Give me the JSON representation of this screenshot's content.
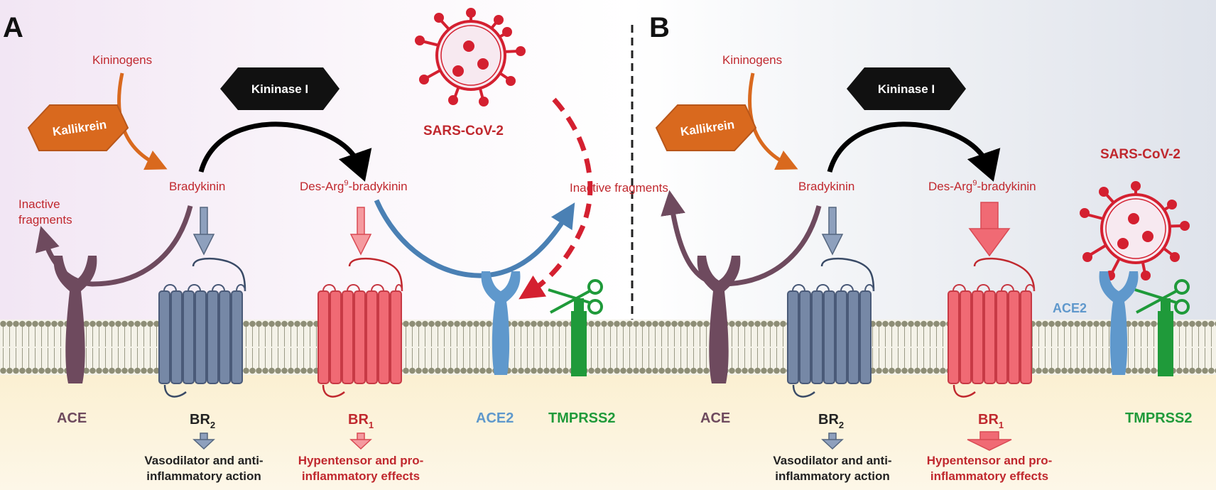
{
  "panels": [
    {
      "letter": "A",
      "kininogens": "Kininogens",
      "kallikrein": "Kallikrein",
      "kininase": "Kininase I",
      "bradykinin": "Bradykinin",
      "des_arg_prefix": "Des-Arg",
      "des_arg_sup": "9",
      "des_arg_suffix": "-bradykinin",
      "inactive_left_1": "Inactive",
      "inactive_left_2": "fragments",
      "inactive_right": "Inactive fragments",
      "virus": "SARS-CoV-2",
      "ace": "ACE",
      "br2": "BR",
      "br2_sub": "2",
      "br1": "BR",
      "br1_sub": "1",
      "ace2": "ACE2",
      "tmprss2": "TMPRSS2",
      "effect_br2_1": "Vasodilator and anti-",
      "effect_br2_2": "inflammatory action",
      "effect_br1_1": "Hypentensor and pro-",
      "effect_br1_2": "inflammatory effects"
    },
    {
      "letter": "B",
      "kininogens": "Kininogens",
      "kallikrein": "Kallikrein",
      "kininase": "Kininase I",
      "bradykinin": "Bradykinin",
      "des_arg_prefix": "Des-Arg",
      "des_arg_sup": "9",
      "des_arg_suffix": "-bradykinin",
      "virus": "SARS-CoV-2",
      "ace": "ACE",
      "br2": "BR",
      "br2_sub": "2",
      "br1": "BR",
      "br1_sub": "1",
      "ace2": "ACE2",
      "tmprss2": "TMPRSS2",
      "effect_br2_1": "Vasodilator and anti-",
      "effect_br2_2": "inflammatory action",
      "effect_br1_1": "Hypentensor and pro-",
      "effect_br1_2": "inflammatory effects"
    }
  ],
  "colors": {
    "label_red": "#c0282e",
    "kallikrein_orange": "#d9691e",
    "ace_purple": "#6e4a5e",
    "br2_blue": "#7688a6",
    "br1_red": "#f06a74",
    "ace2_blue": "#5f98cc",
    "tmprss2_green": "#1f9a3a",
    "virus_red": "#d42030"
  }
}
